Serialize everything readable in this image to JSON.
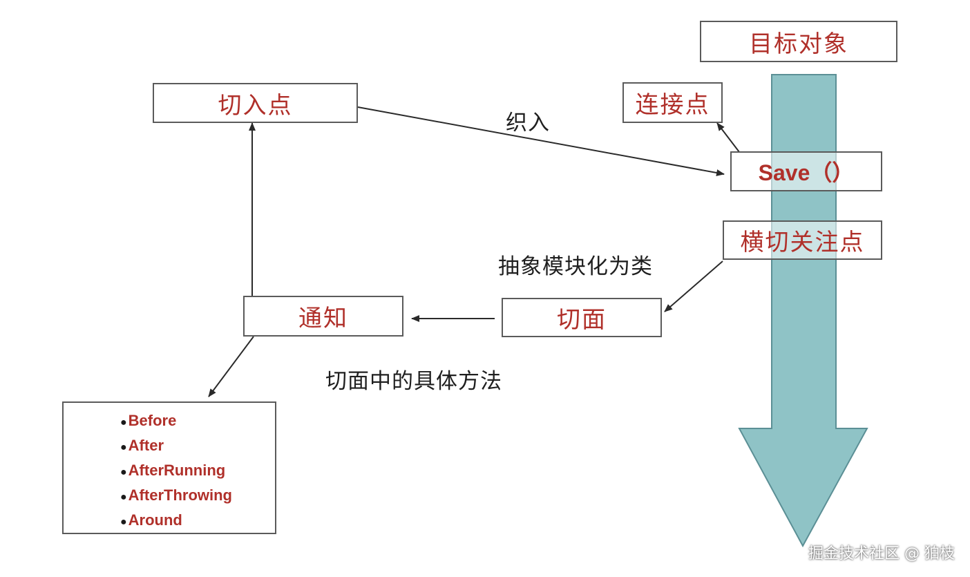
{
  "nodes": {
    "target_object": "目标对象",
    "pointcut": "切入点",
    "join_point": "连接点",
    "save_method": "Save（）",
    "crosscutting_concern": "横切关注点",
    "aspect": "切面",
    "advice": "通知"
  },
  "labels": {
    "weaving": "织入",
    "abstract_modularize": "抽象模块化为类",
    "aspect_methods": "切面中的具体方法"
  },
  "advice_types": [
    "Before",
    "After",
    "AfterRunning",
    "AfterThrowing",
    "Around"
  ],
  "watermark": "掘金技术社区 @ 狛枝",
  "colors": {
    "box_text": "#b0302a",
    "flow_arrow_fill": "#8fc3c6",
    "flow_arrow_stroke": "#5b8f95",
    "connector": "#2a2a2a"
  }
}
